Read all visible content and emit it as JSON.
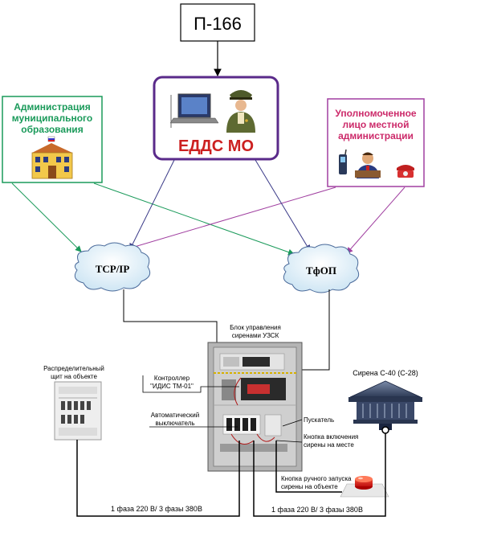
{
  "top_box": {
    "label": "П-166"
  },
  "center_box": {
    "label": "ЕДДС МО"
  },
  "left_box": {
    "lines": [
      "Администрация",
      "муниципального",
      "образования"
    ]
  },
  "right_box": {
    "lines": [
      "Уполномоченное",
      "лицо местной",
      "администрации"
    ]
  },
  "clouds": {
    "left": "ТСР/IP",
    "right": "ТфОП"
  },
  "control_unit": {
    "lines": [
      "Блок управления",
      "сиренами УЗСК"
    ]
  },
  "controller_label": {
    "lines": [
      "Контроллер",
      "\"ИДИС ТМ-01\""
    ]
  },
  "breaker_label": {
    "lines": [
      "Автоматический",
      "выключатель"
    ]
  },
  "panel": {
    "lines": [
      "Распределительный",
      "щит на объекте"
    ]
  },
  "siren": {
    "label": "Сирена С-40 (С-28)"
  },
  "starter_label": "Пускатель",
  "local_button_label": {
    "lines": [
      "Кнопка включения",
      "сирены на месте"
    ]
  },
  "manual_button_label": {
    "lines": [
      "Кнопка ручного запуска",
      "сирены на объекте"
    ]
  },
  "power_left": "1 фаза 220 В/ 3 фазы  380В",
  "power_right": "1 фаза 220 В/ 3 фазы  380В",
  "colors": {
    "green": "#1a9a5a",
    "purple": "#a03fa0",
    "navy": "#3a3a88",
    "edds_red": "#cc2020",
    "center_border": "#5a2a8a"
  }
}
